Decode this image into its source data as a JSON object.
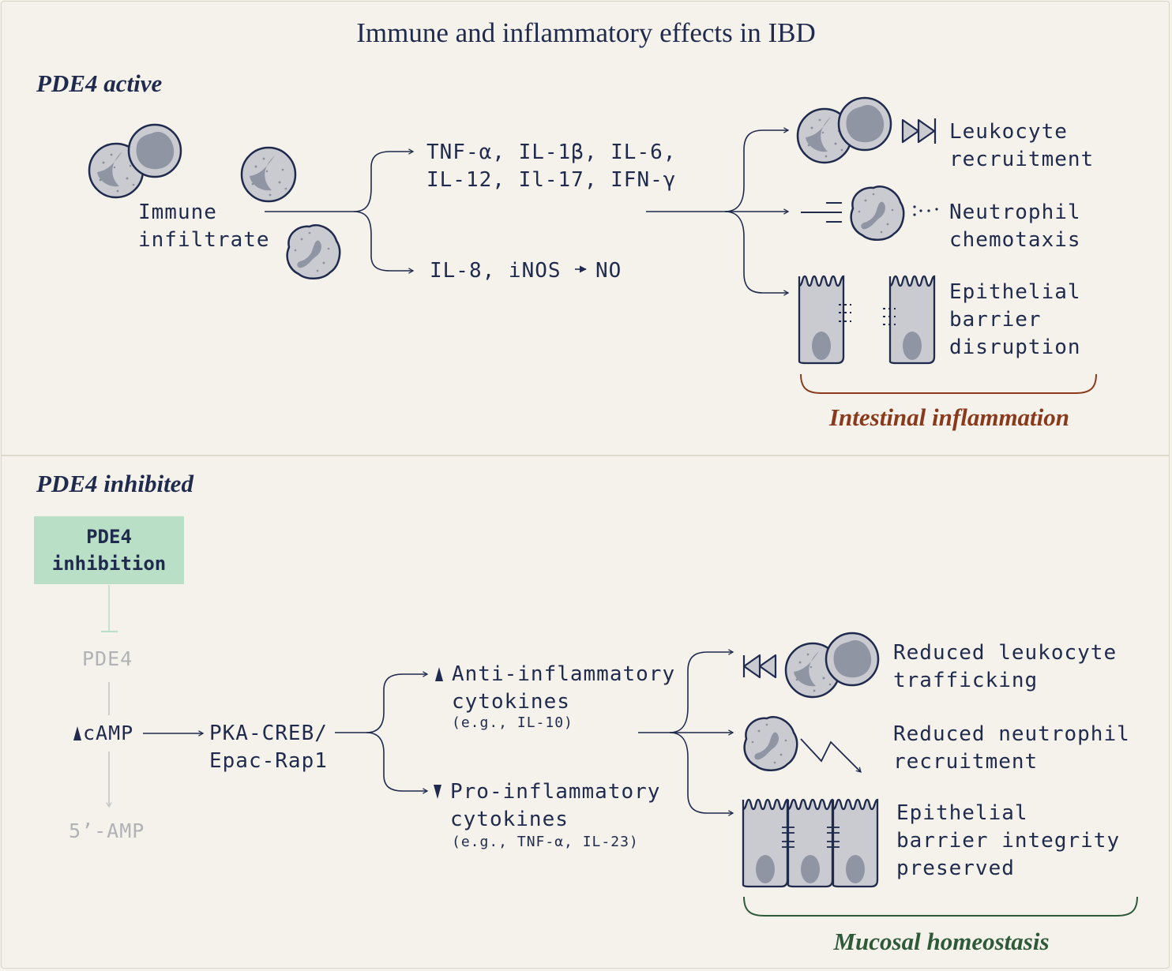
{
  "title": "Immune and inflammatory effects in IBD",
  "active": {
    "heading": "PDE4 active",
    "source_label": "Immune\ninfiltrate",
    "cytokines_top": "TNF-α, IL-1β, IL-6,\nIL-12, Il-17, IFN-γ",
    "cytokines_bottom": "IL-8, iNOS",
    "no_label": "NO",
    "effects": [
      "Leukocyte\nrecruitment",
      "Neutrophil\nchemotaxis",
      "Epithelial\nbarrier\ndisruption"
    ],
    "outcome": "Intestinal inflammation"
  },
  "inhibited": {
    "heading": "PDE4 inhibited",
    "inhibition_box": "PDE4\ninhibition",
    "pde4": "PDE4",
    "camp": "cAMP",
    "amp": "5’-AMP",
    "pathway": "PKA-CREB/\nEpac-Rap1",
    "anti_label": "Anti-inflammatory\ncytokines",
    "anti_example": "(e.g., IL-10)",
    "pro_label": "Pro-inflammatory\ncytokines",
    "pro_example": "(e.g., TNF-α, IL-23)",
    "effects": [
      "Reduced leukocyte\ntrafficking",
      "Reduced neutrophil\nrecruitment",
      "Epithelial\nbarrier integrity\npreserved"
    ],
    "outcome": "Mucosal homeostasis"
  },
  "colors": {
    "ink": "#1f2a4d",
    "background": "#f4f2ea",
    "cell_fill": "#c9cbd1",
    "nucleus_fill": "#9095a3",
    "inflammation_outcome": "#8a3a1c",
    "homeostasis_outcome": "#2e5a39",
    "inhibition_box": "#b9dfc7",
    "muted": "#b0b2b6"
  },
  "icons": [
    "lymphocyte-cell-icon",
    "monocyte-cell-icon",
    "neutrophil-cell-icon",
    "fast-forward-icon",
    "rewind-icon",
    "motion-lines-icon",
    "epithelial-cell-icon",
    "zigzag-down-arrow-icon"
  ]
}
